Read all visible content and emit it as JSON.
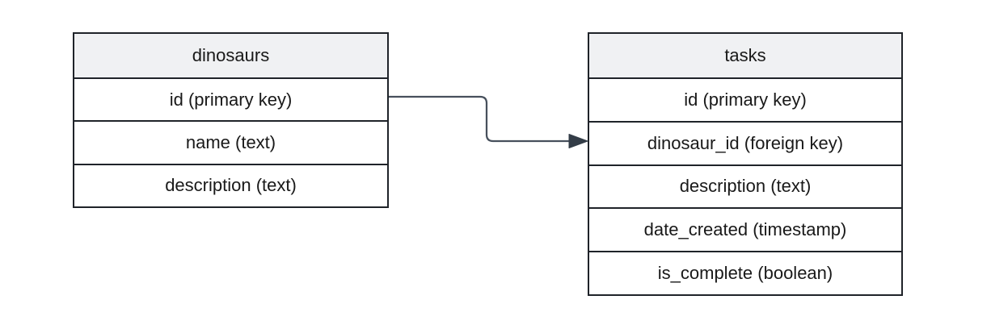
{
  "diagram": {
    "type": "entity-relationship",
    "entities": [
      {
        "name": "dinosaurs",
        "fields": [
          "id (primary key)",
          "name (text)",
          "description (text)"
        ]
      },
      {
        "name": "tasks",
        "fields": [
          "id (primary key)",
          "dinosaur_id (foreign key)",
          "description (text)",
          "date_created (timestamp)",
          "is_complete (boolean)"
        ]
      }
    ],
    "relationship": {
      "from_entity": "dinosaurs",
      "from_field": "id (primary key)",
      "to_entity": "tasks",
      "to_field": "dinosaur_id (foreign key)",
      "arrow_style": "filled-triangle-right"
    },
    "colors": {
      "canvas_bg": "#ffffff",
      "header_fill": "#f0f1f3",
      "border": "#1f2329",
      "text": "#191919",
      "connector_stroke": "#47505c",
      "arrowhead_fill": "#333c47"
    }
  }
}
